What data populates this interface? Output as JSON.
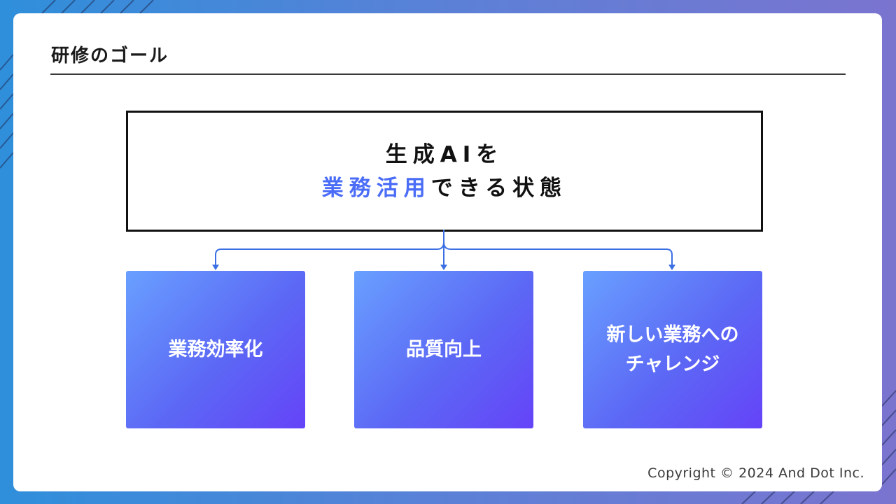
{
  "slide": {
    "title": "研修のゴール",
    "goal": {
      "line1": "生成AIを",
      "line2_highlight": "業務活用",
      "line2_rest": "できる状態"
    },
    "boxes": [
      {
        "label": "業務効率化"
      },
      {
        "label": "品質向上"
      },
      {
        "label": "新しい業務への\nチャレンジ"
      }
    ],
    "copyright": "Copyright © 2024 And Dot Inc."
  },
  "colors": {
    "accent": "#4a6cf7",
    "connector": "#3b6fe3",
    "box_gradient_start": "#69a0ff",
    "box_gradient_end": "#6543f8"
  }
}
